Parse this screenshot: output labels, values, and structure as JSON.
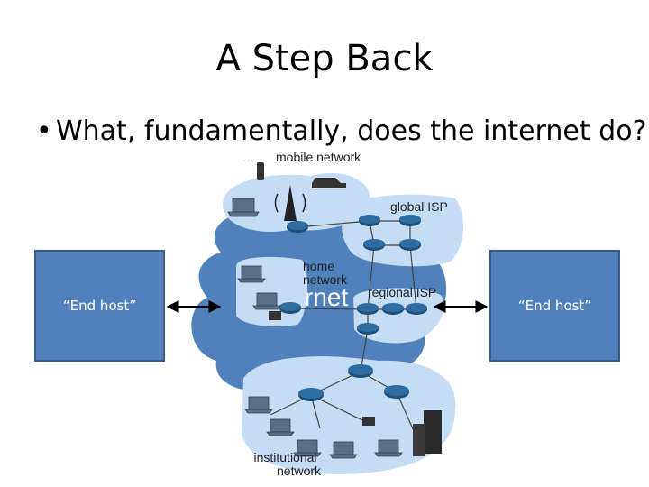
{
  "slide": {
    "title": "A Step Back",
    "bullet": "What, fundamentally, does the internet do?",
    "bullet_symbol": "•"
  },
  "hosts": {
    "left_label": "“End host”",
    "right_label": "“End host”"
  },
  "diagram": {
    "mobile_network": "mobile network",
    "global_isp": "global ISP",
    "home_network_line1": "home",
    "home_network_line2": "network",
    "regional_isp": "regional ISP",
    "institutional_line1": "institutional",
    "institutional_line2": "network",
    "cloud_text": "rnet"
  },
  "colors": {
    "host_fill": "#4f81bd",
    "cloud_fill": "#4f81bd",
    "network_fill": "#c6dcf5",
    "router_fill": "#1f4e79"
  }
}
